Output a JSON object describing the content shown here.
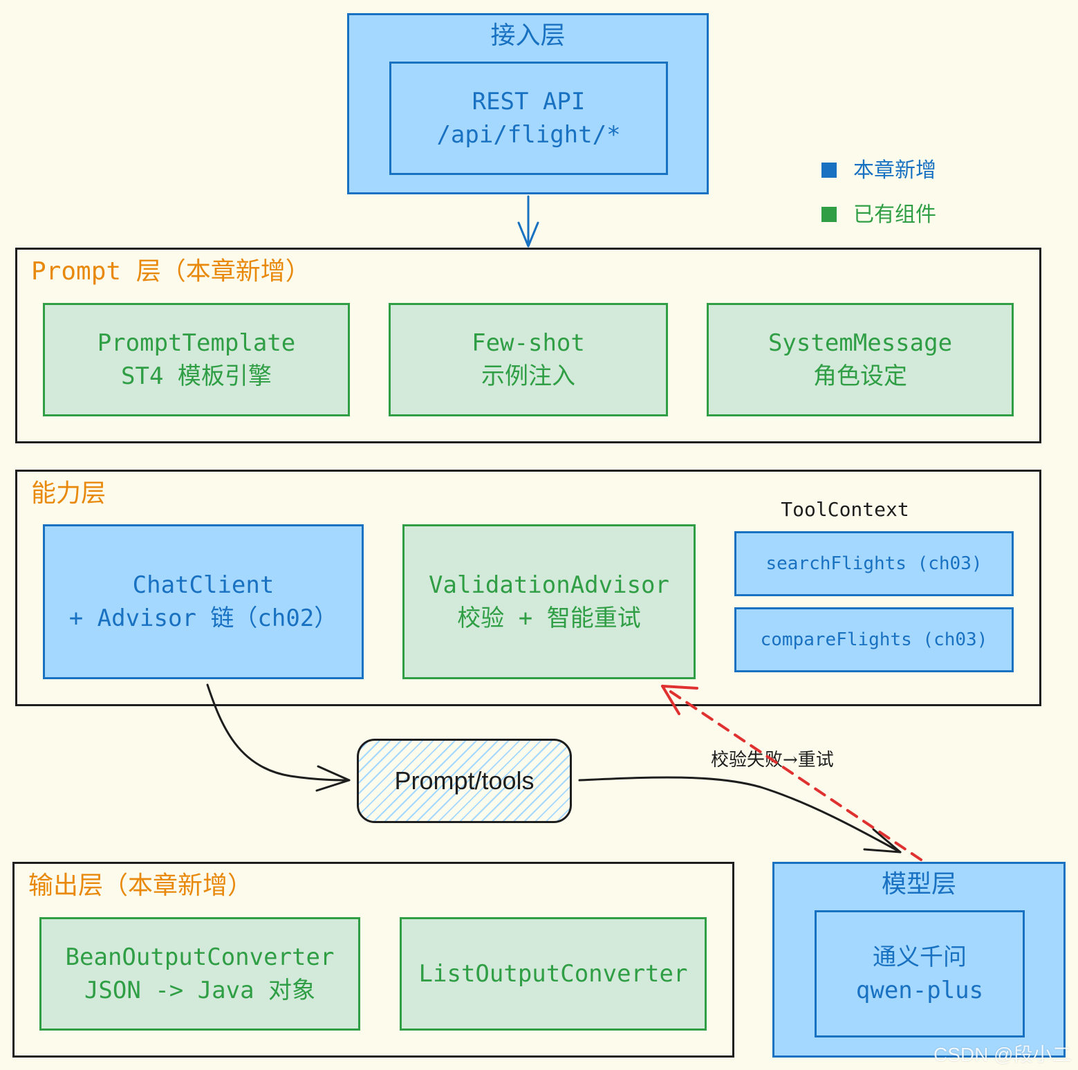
{
  "access_layer": {
    "title": "接入层",
    "rest_api": {
      "line1": "REST API",
      "line2": "/api/flight/*"
    }
  },
  "legend": {
    "items": [
      {
        "label": "本章新增",
        "color": "#1971c2"
      },
      {
        "label": "已有组件",
        "color": "#2f9e44"
      }
    ]
  },
  "prompt_layer": {
    "title": "Prompt 层（本章新增）",
    "boxes": [
      {
        "line1": "PromptTemplate",
        "line2": "ST4 模板引擎"
      },
      {
        "line1": "Few-shot",
        "line2": "示例注入"
      },
      {
        "line1": "SystemMessage",
        "line2": "角色设定"
      }
    ]
  },
  "capability_layer": {
    "title": "能力层",
    "chat_client": {
      "line1": "ChatClient",
      "line2": "+ Advisor 链（ch02）"
    },
    "validation": {
      "line1": "ValidationAdvisor",
      "line2": "校验 + 智能重试"
    },
    "tool_context": {
      "label": "ToolContext",
      "tools": [
        "searchFlights (ch03)",
        "compareFlights (ch03)"
      ]
    }
  },
  "flow": {
    "prompt_tools": "Prompt/tools",
    "retry_label": "校验失败→重试"
  },
  "output_layer": {
    "title": "输出层（本章新增）",
    "boxes": [
      {
        "line1": "BeanOutputConverter",
        "line2": "JSON -> Java 对象"
      },
      {
        "line1": "ListOutputConverter"
      }
    ]
  },
  "model_layer": {
    "title": "模型层",
    "model": {
      "line1": "通义千问",
      "line2": "qwen-plus"
    }
  },
  "watermark": "CSDN @段小二",
  "colors": {
    "background": "#fdfcec",
    "blue_fill": "#a5d8ff",
    "blue_stroke": "#1971c2",
    "green_fill": "#d3eadb",
    "green_stroke": "#2f9e44",
    "orange": "#e8890c",
    "retry_red": "#e03131"
  }
}
